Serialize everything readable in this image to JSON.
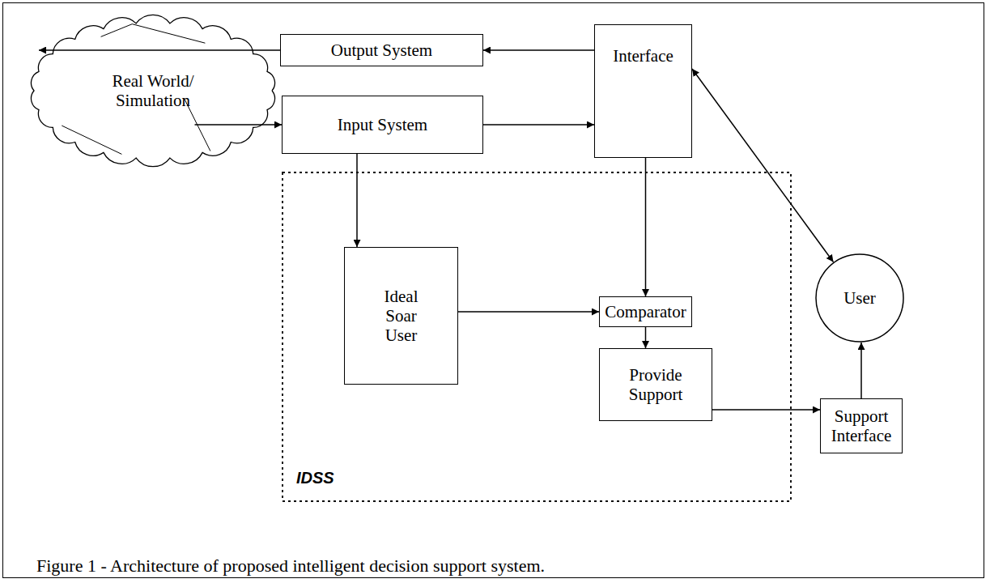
{
  "diagram": {
    "caption": "Figure 1 - Architecture of proposed intelligent decision support system.",
    "nodes": [
      {
        "text": [
          "Real World/ Simulation"
        ]
      },
      {
        "text": [
          "Output System"
        ]
      },
      {
        "text": [
          "Interface"
        ]
      },
      {
        "text": [
          "Input System"
        ]
      },
      {
        "text": [
          "User"
        ]
      },
      {
        "text": [
          "IDSS"
        ]
      },
      {
        "text": [
          "Ideal Soar User"
        ],
        "in": 5
      },
      {
        "text": [
          "Comparator"
        ],
        "in": 5
      },
      {
        "text": [
          "Provide Support"
        ],
        "in": 5
      },
      {
        "text": [
          "Support Interface"
        ]
      }
    ],
    "edges": [
      {
        "from": 2,
        "to": 1,
        "arrow": "to"
      },
      {
        "from": 1,
        "to": 0,
        "arrow": "to"
      },
      {
        "from": 0,
        "to": 3,
        "arrow": "to"
      },
      {
        "from": 3,
        "to": 2,
        "arrow": "to"
      },
      {
        "from": 3,
        "to": 6,
        "arrow": "to"
      },
      {
        "from": 2,
        "to": 4,
        "arrow": "both"
      },
      {
        "from": 2,
        "to": 7,
        "arrow": "to"
      },
      {
        "from": 6,
        "to": 7,
        "arrow": "to"
      },
      {
        "from": 7,
        "to": 8,
        "arrow": "to"
      },
      {
        "from": 8,
        "to": 9,
        "arrow": "to"
      },
      {
        "from": 9,
        "to": 4,
        "arrow": "to"
      }
    ]
  }
}
